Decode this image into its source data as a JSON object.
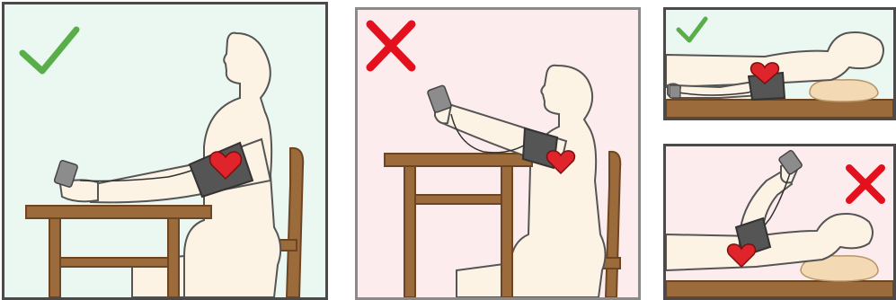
{
  "colors": {
    "correct_bg": "#eaf8f1",
    "incorrect_bg": "#fcecee",
    "check": "#5aae4a",
    "cross": "#e3101e",
    "skin": "#fdf3e4",
    "outline": "#555555",
    "wood": "#9c6b3c",
    "wood_dark": "#6e4523",
    "cuff": "#555555",
    "heart": "#e0242b",
    "pillow": "#f3d9b4"
  },
  "panels": [
    {
      "id": "sitting-correct",
      "verdict": "correct",
      "icon": "check-icon"
    },
    {
      "id": "sitting-incorrect",
      "verdict": "incorrect",
      "icon": "cross-icon"
    },
    {
      "id": "lying-correct",
      "verdict": "correct",
      "icon": "check-icon"
    },
    {
      "id": "lying-incorrect",
      "verdict": "incorrect",
      "icon": "cross-icon"
    }
  ]
}
